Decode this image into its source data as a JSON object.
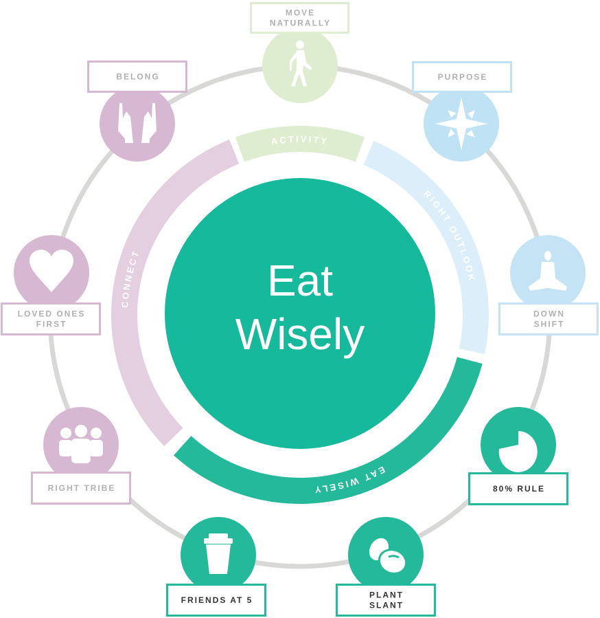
{
  "center": {
    "line1": "Eat",
    "line2": "Wisely",
    "color": "#16b99b"
  },
  "ring_color": "#d8d8d6",
  "segments": [
    {
      "id": "activity",
      "label": "ACTIVITY",
      "color": "#deedd0"
    },
    {
      "id": "right-outlook",
      "label": "RIGHT OUTLOOK",
      "color": "#dceef9"
    },
    {
      "id": "eat-wisely",
      "label": "EAT WISELY",
      "color": "#24b99a"
    },
    {
      "id": "connect",
      "label": "CONNECT",
      "color": "#e4cfe1"
    }
  ],
  "nodes": [
    {
      "id": "move-naturally",
      "lines": [
        "MOVE",
        "NATURALLY"
      ],
      "icon": "walking-person-icon",
      "color": "#deedd0",
      "text_color": "#b0b0b0"
    },
    {
      "id": "purpose",
      "lines": [
        "PURPOSE"
      ],
      "icon": "compass-star-icon",
      "color": "#bfe2f5",
      "text_color": "#b0b0b0"
    },
    {
      "id": "down-shift",
      "lines": [
        "DOWN",
        "SHIFT"
      ],
      "icon": "meditating-person-icon",
      "color": "#c4e4f6",
      "text_color": "#b0b0b0"
    },
    {
      "id": "80-rule",
      "lines": [
        "80% RULE"
      ],
      "icon": "pie-chart-icon",
      "color": "#24b99a",
      "text_color": "#333333"
    },
    {
      "id": "plant-slant",
      "lines": [
        "PLANT",
        "SLANT"
      ],
      "icon": "beans-icon",
      "color": "#24b99a",
      "text_color": "#333333"
    },
    {
      "id": "friends-at-5",
      "lines": [
        "FRIENDS AT 5"
      ],
      "icon": "cup-icon",
      "color": "#24b99a",
      "text_color": "#333333"
    },
    {
      "id": "right-tribe",
      "lines": [
        "RIGHT TRIBE"
      ],
      "icon": "group-icon",
      "color": "#d7b8d3",
      "text_color": "#b0b0b0"
    },
    {
      "id": "loved-ones-first",
      "lines": [
        "LOVED ONES",
        "FIRST"
      ],
      "icon": "heart-icon",
      "color": "#d7b8d3",
      "text_color": "#b0b0b0"
    },
    {
      "id": "belong",
      "lines": [
        "BELONG"
      ],
      "icon": "open-hands-icon",
      "color": "#d7b8d3",
      "text_color": "#b0b0b0"
    }
  ]
}
